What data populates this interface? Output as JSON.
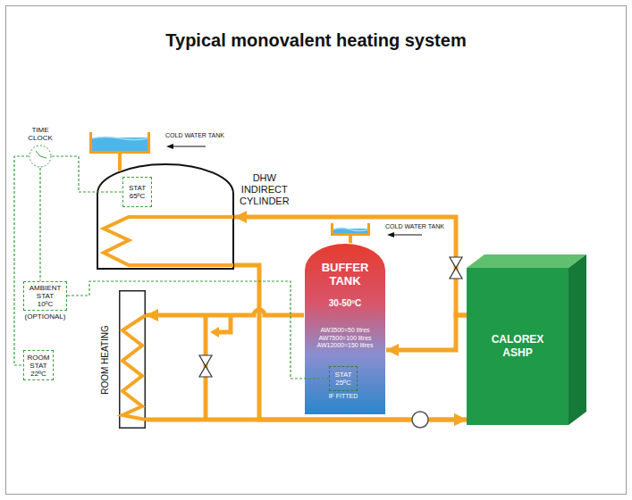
{
  "diagram": {
    "title": "Typical monovalent heating system",
    "nodes": [
      {
        "text": [
          "COLD WATER TANK"
        ]
      },
      {
        "text": [
          "TIME CLOCK"
        ]
      },
      {
        "text": [
          "DHW INDIRECT CYLINDER"
        ]
      },
      {
        "text": [
          "STAT 65ºC"
        ],
        "in": 2
      },
      {
        "text": [
          "COLD WATER TANK"
        ]
      },
      {
        "text": [
          "AMBIENT STAT 10ºC",
          "(OPTIONAL)"
        ]
      },
      {
        "text": [
          "BUFFER TANK",
          "30-50ºC",
          "AW3500=50 litres AW7500=100 litres AW12000=150 litres"
        ]
      },
      {
        "text": [
          "STAT 25ºC",
          "IF FITTED"
        ],
        "in": 6
      },
      {
        "text": [
          "CALOREX ASHP"
        ]
      },
      {
        "text": [
          "ROOM HEATING"
        ]
      },
      {
        "text": [
          "ROOM STAT 22ºC"
        ]
      }
    ],
    "edges": [
      {
        "from": 0,
        "to": 2,
        "arrow": "none"
      },
      {
        "from": 4,
        "to": 6,
        "arrow": "none"
      },
      {
        "from": 8,
        "to": 2,
        "arrow": "to"
      },
      {
        "from": 8,
        "to": 6,
        "arrow": "to"
      },
      {
        "from": 6,
        "to": 9,
        "arrow": "to"
      },
      {
        "from": 9,
        "to": 8,
        "arrow": "to"
      },
      {
        "from": 2,
        "to": 8,
        "arrow": "to"
      },
      {
        "from": 1,
        "to": 3,
        "arrow": "none"
      },
      {
        "from": 1,
        "to": 5,
        "arrow": "none"
      },
      {
        "from": 1,
        "to": 10,
        "arrow": "none"
      },
      {
        "from": 5,
        "to": 7,
        "arrow": "none"
      }
    ]
  }
}
